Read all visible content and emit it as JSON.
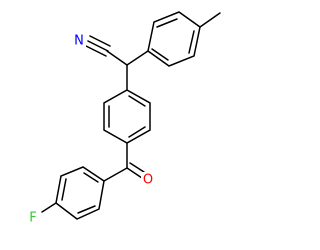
{
  "molecule": {
    "atoms": {
      "nitrogen": {
        "symbol": "N",
        "color": "#0000ff"
      },
      "oxygen": {
        "symbol": "O",
        "color": "#ff0000"
      },
      "fluorine": {
        "symbol": "F",
        "color": "#33cc33"
      }
    }
  },
  "colors": {
    "background": "#ffffff",
    "bond": "#000000"
  }
}
